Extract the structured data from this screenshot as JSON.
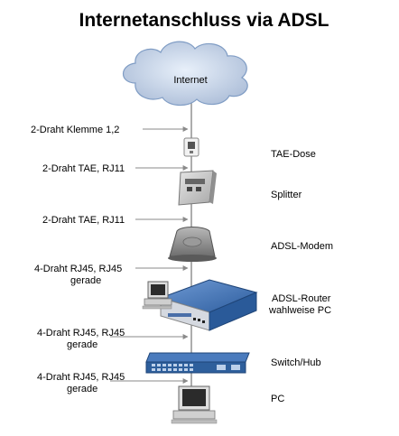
{
  "title": "Internetanschluss via ADSL",
  "cloud_label": "Internet",
  "connections": [
    {
      "lines": [
        "2-Draht Klemme 1,2"
      ]
    },
    {
      "lines": [
        "2-Draht TAE, RJ11"
      ]
    },
    {
      "lines": [
        "2-Draht TAE, RJ11"
      ]
    },
    {
      "lines": [
        "4-Draht RJ45, RJ45",
        "gerade"
      ]
    },
    {
      "lines": [
        "4-Draht RJ45, RJ45",
        "gerade"
      ]
    },
    {
      "lines": [
        "4-Draht RJ45, RJ45",
        "gerade"
      ]
    }
  ],
  "devices": [
    {
      "lines": [
        "TAE-Dose"
      ]
    },
    {
      "lines": [
        "Splitter"
      ]
    },
    {
      "lines": [
        "ADSL-Modem"
      ]
    },
    {
      "lines": [
        "ADSL-Router",
        "wahlweise PC"
      ]
    },
    {
      "lines": [
        "Switch/Hub"
      ]
    },
    {
      "lines": [
        "PC"
      ]
    }
  ],
  "colors": {
    "cloud_fill": "#c8d8ee",
    "cloud_stroke": "#7f9cc4",
    "line": "#8a8a8a",
    "router": "#3a6fb3",
    "switch": "#2e5f9c"
  }
}
